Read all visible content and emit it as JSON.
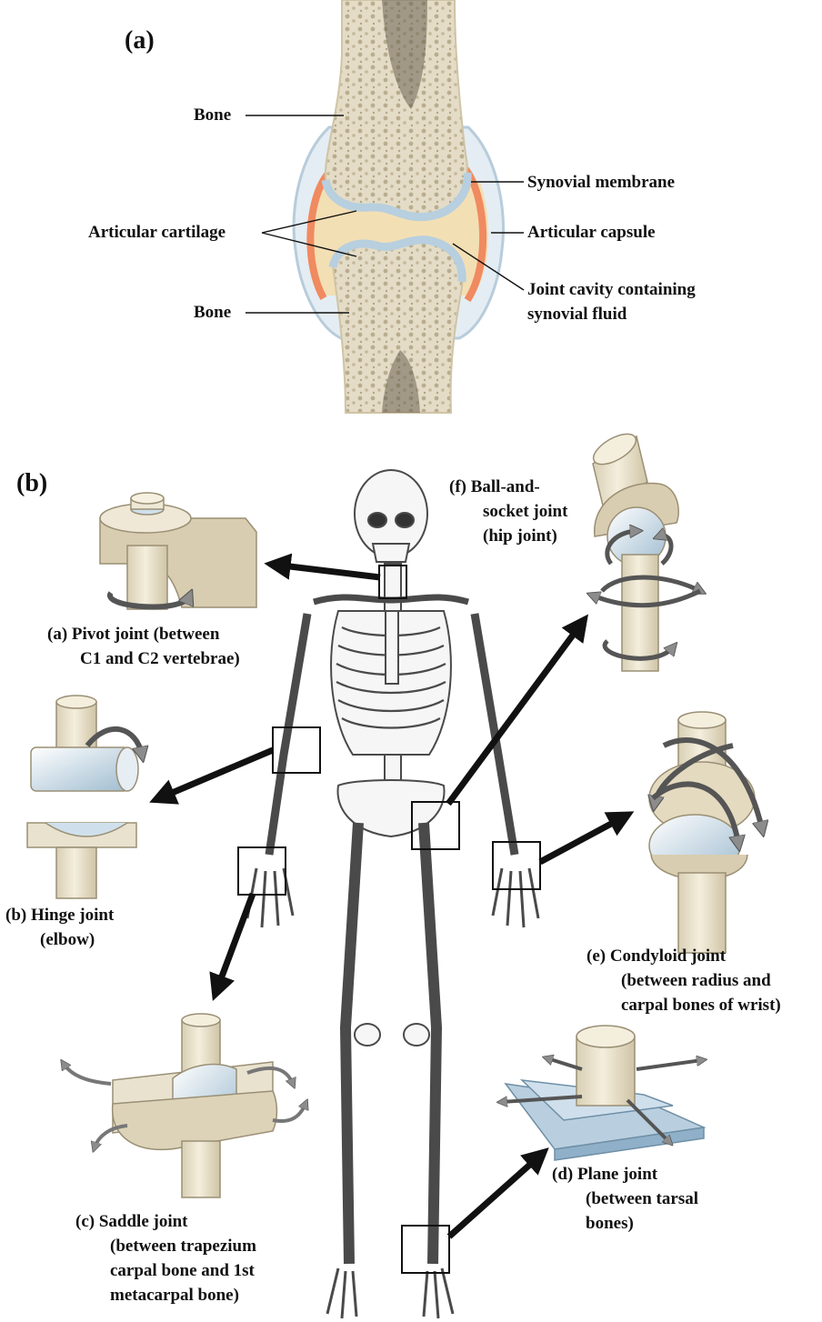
{
  "panel_a": {
    "letter": "(a)",
    "labels": {
      "bone_top": "Bone",
      "bone_bottom": "Bone",
      "articular_cartilage": "Articular cartilage",
      "synovial_membrane": "Synovial membrane",
      "articular_capsule": "Articular capsule",
      "joint_cavity": [
        "Joint cavity containing",
        "synovial fluid"
      ]
    }
  },
  "panel_b": {
    "letter": "(b)",
    "joints": {
      "pivot": [
        "(a)  Pivot joint (between",
        "C1 and C2 vertebrae)"
      ],
      "hinge": [
        "(b)  Hinge joint",
        "(elbow)"
      ],
      "saddle": [
        "(c)  Saddle joint",
        "(between trapezium",
        "carpal bone and 1st",
        "metacarpal bone)"
      ],
      "plane": [
        "(d)  Plane joint",
        "(between tarsal",
        "bones)"
      ],
      "condyloid": [
        "(e)  Condyloid joint",
        "(between radius and",
        "carpal bones of wrist)"
      ],
      "ball_socket": [
        "(f)  Ball-and-",
        "socket joint",
        "(hip joint)"
      ]
    }
  },
  "colors": {
    "bone": "#e9e2cf",
    "bone_dark": "#c9bfa4",
    "cartilage": "#bcd3e2",
    "capsule": "#d6e4ee",
    "membrane": "#f08a60",
    "fluid": "#f3dfb4",
    "arrow": "#8c8c8c",
    "pointer": "#111111"
  }
}
